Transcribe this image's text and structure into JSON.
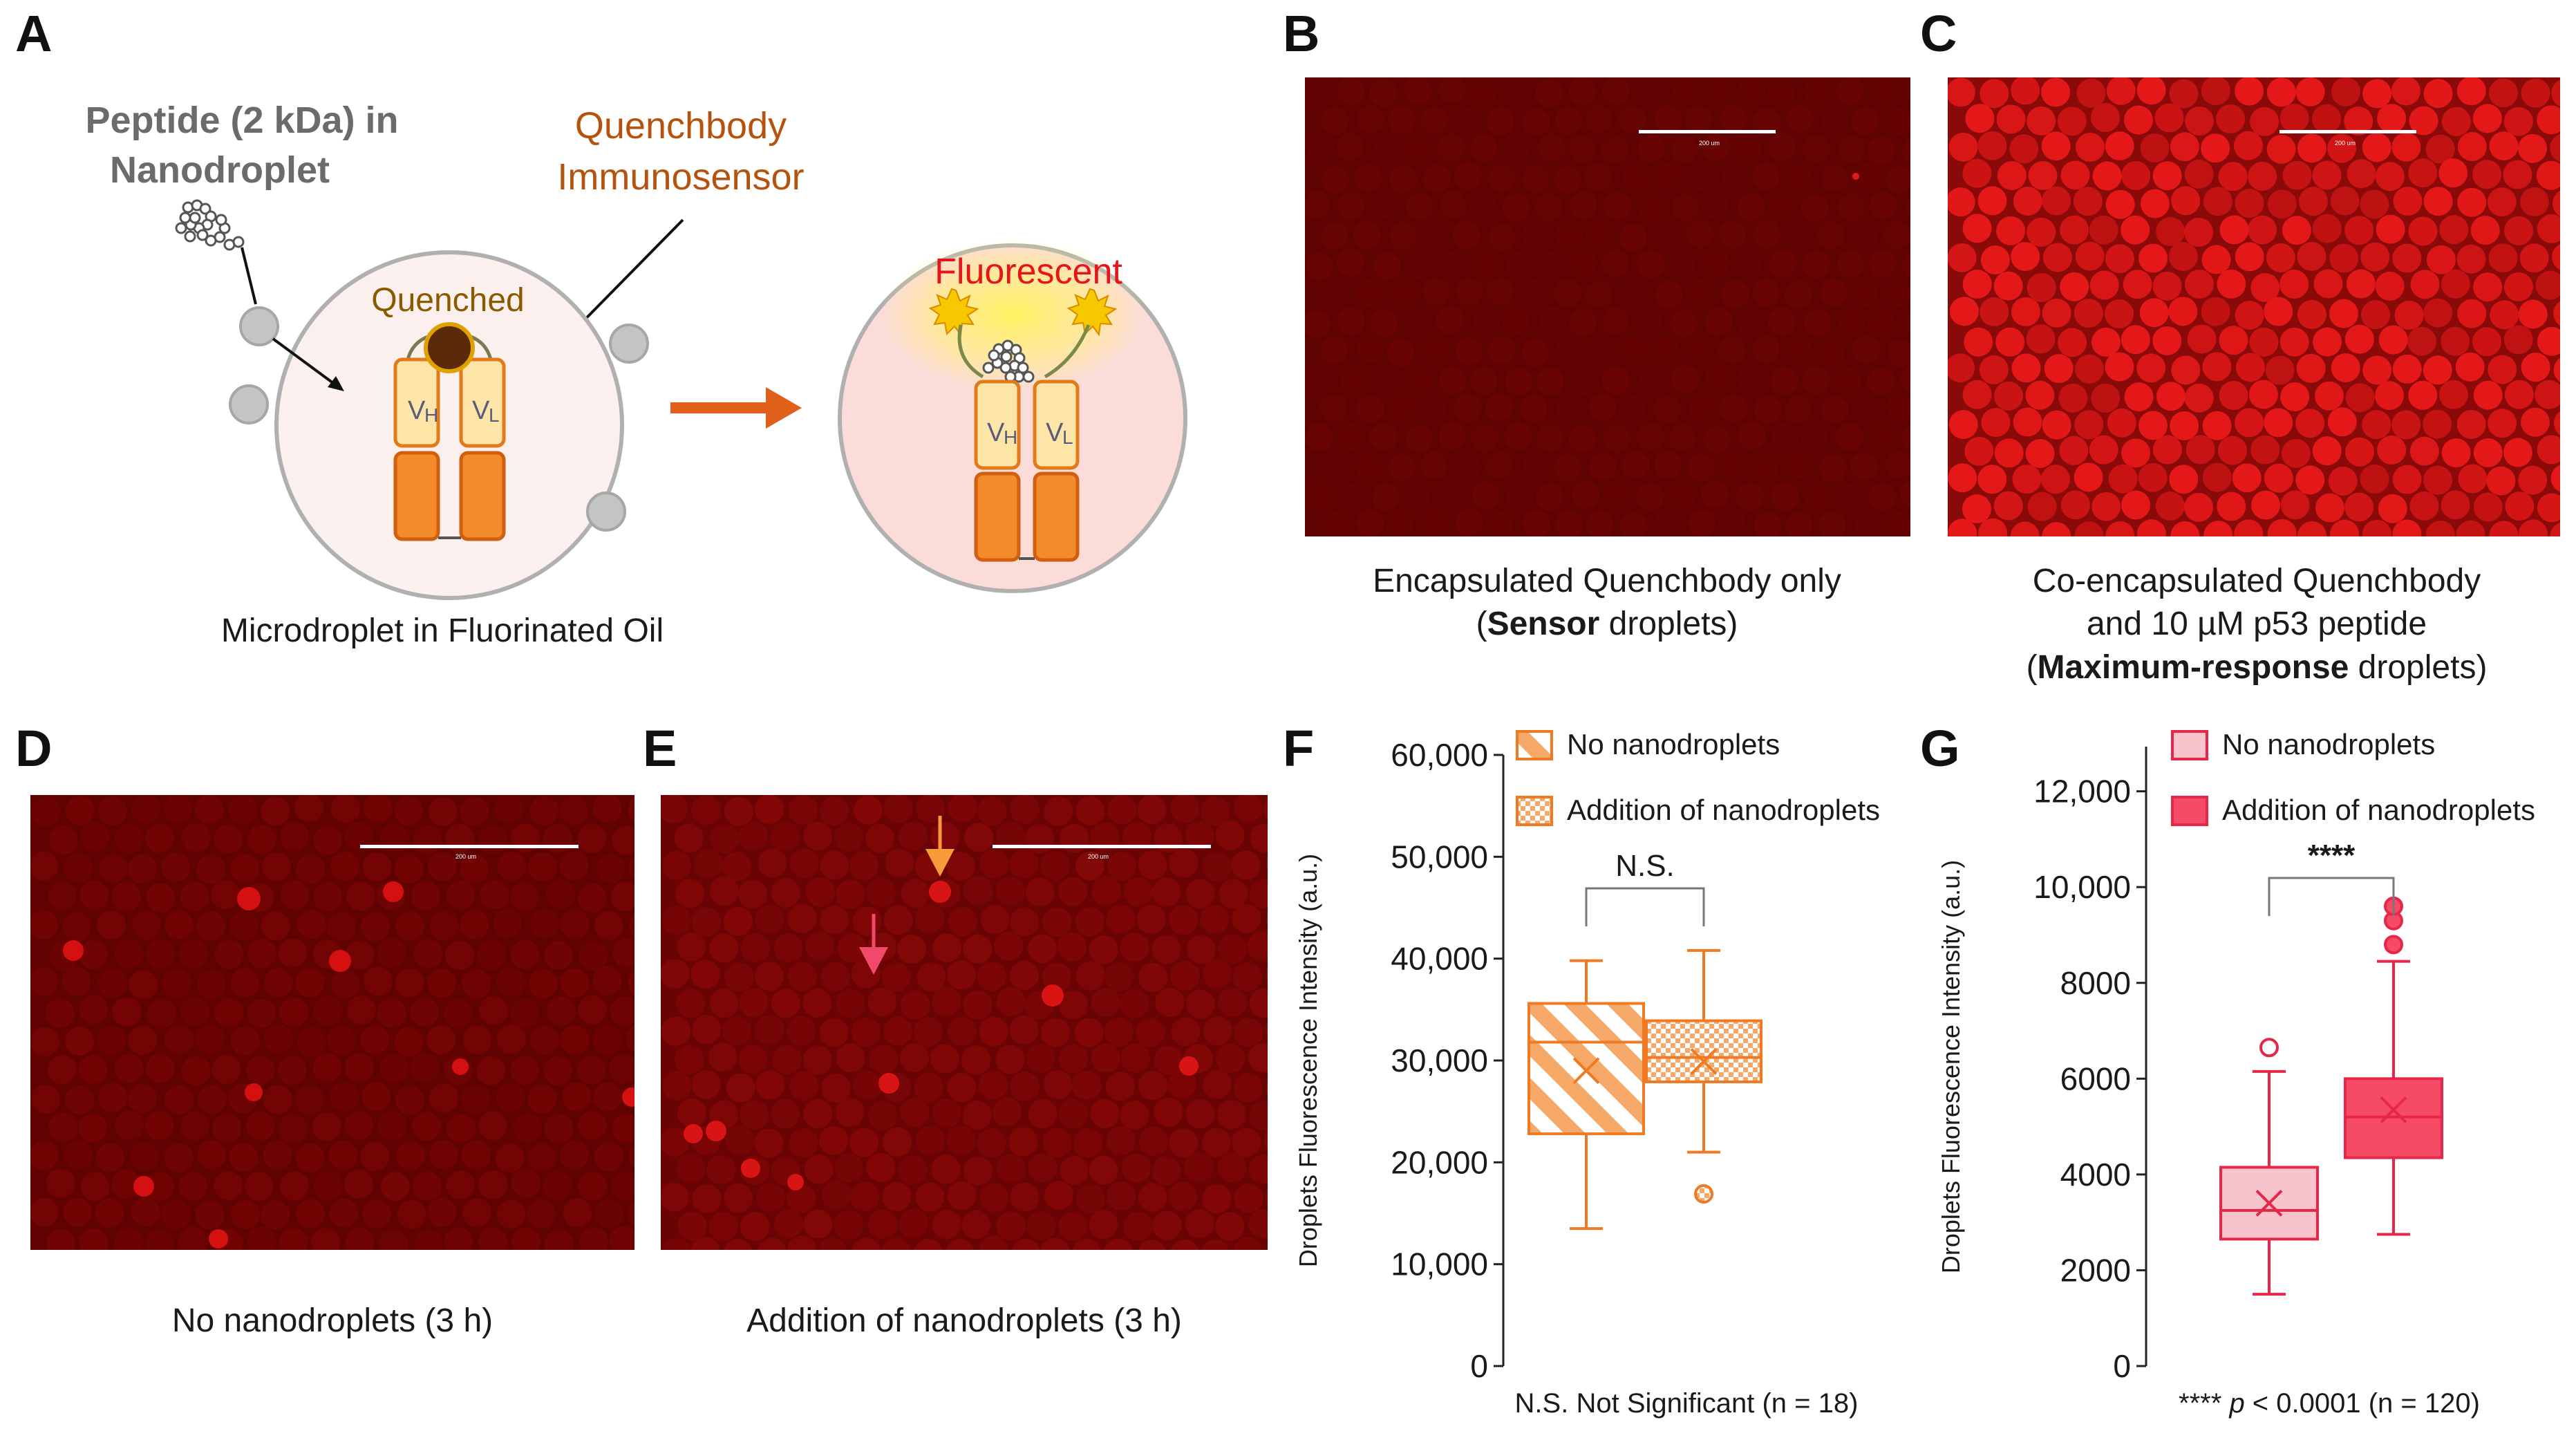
{
  "panels": {
    "A": {
      "label": "A",
      "peptide_label_line1": "Peptide (2 kDa) in",
      "peptide_label_line2": "Nanodroplet",
      "sensor_label_line1": "Quenchbody",
      "sensor_label_line2": "Immunosensor",
      "quenched_label": "Quenched",
      "fluorescent_label": "Fluorescent",
      "vh_label": "V",
      "vh_sub": "H",
      "vl_label": "V",
      "vl_sub": "L",
      "caption": "Microdroplet in Fluorinated Oil"
    },
    "B": {
      "label": "B",
      "scale_text": "200 um",
      "caption_line1": "Encapsulated Quenchbody only",
      "caption_bold": "Sensor",
      "caption_rest": " droplets)"
    },
    "C": {
      "label": "C",
      "scale_text": "200 um",
      "caption_line1": "Co-encapsulated Quenchbody",
      "caption_line2": "and 10 µM p53 peptide",
      "caption_bold": "Maximum-response",
      "caption_rest": " droplets)"
    },
    "D": {
      "label": "D",
      "scale_text": "200 um",
      "caption": "No nanodroplets (3 h)"
    },
    "E": {
      "label": "E",
      "scale_text": "200 um",
      "caption": "Addition of nanodroplets (3 h)"
    },
    "F": {
      "label": "F",
      "footnote": "N.S. Not Significant (n = 18)",
      "sig_label": "N.S."
    },
    "G": {
      "label": "G",
      "footnote_stars": "****",
      "footnote_p": "p",
      "footnote_rest": " < 0.0001 (n = 120)",
      "sig_label": "****"
    }
  },
  "colors": {
    "orange": "#f07a21",
    "orange_dark": "#c85a0e",
    "red_dark": "#e8264a",
    "red_light": "#f8c4cc",
    "micro_dark": "#5c0000",
    "micro_bright": "#d81010"
  },
  "chart_data": [
    {
      "panel": "F",
      "type": "box",
      "ylabel": "Droplets Fluorescence Intensity (a.u.)",
      "ylim": [
        0,
        60000
      ],
      "yticks": [
        0,
        10000,
        20000,
        30000,
        40000,
        50000,
        60000
      ],
      "ytick_labels": [
        "0",
        "10,000",
        "20,000",
        "30,000",
        "40,000",
        "50,000",
        "60,000"
      ],
      "legend_position": "top",
      "series": [
        {
          "name": "No nanodroplets",
          "min": 13500,
          "q1": 22800,
          "median": 31800,
          "q3": 35600,
          "max": 39800,
          "mean": 29000,
          "outliers": [],
          "pattern": "diagonal-stripes"
        },
        {
          "name": "Addition of nanodroplets",
          "min": 21000,
          "q1": 27900,
          "median": 30300,
          "q3": 33900,
          "max": 40800,
          "mean": 29900,
          "outliers": [
            16900
          ],
          "pattern": "checker"
        }
      ],
      "annotation": "N.S."
    },
    {
      "panel": "G",
      "type": "box",
      "ylabel": "Droplets Fluorescence Intensity (a.u.)",
      "ylim": [
        0,
        12500
      ],
      "yticks": [
        0,
        2000,
        4000,
        6000,
        8000,
        10000,
        12000
      ],
      "ytick_labels": [
        "0",
        "2000",
        "4000",
        "6000",
        "8000",
        "10,000",
        "12,000"
      ],
      "legend_position": "top",
      "series": [
        {
          "name": "No nanodroplets",
          "min": 1500,
          "q1": 2650,
          "median": 3250,
          "q3": 4150,
          "max": 6150,
          "mean": 3400,
          "outliers": [
            6650
          ]
        },
        {
          "name": "Addition of nanodroplets",
          "min": 2750,
          "q1": 4350,
          "median": 5200,
          "q3": 6000,
          "max": 8450,
          "mean": 5350,
          "outliers": [
            8800,
            9300,
            9600
          ]
        }
      ],
      "annotation": "****"
    }
  ]
}
